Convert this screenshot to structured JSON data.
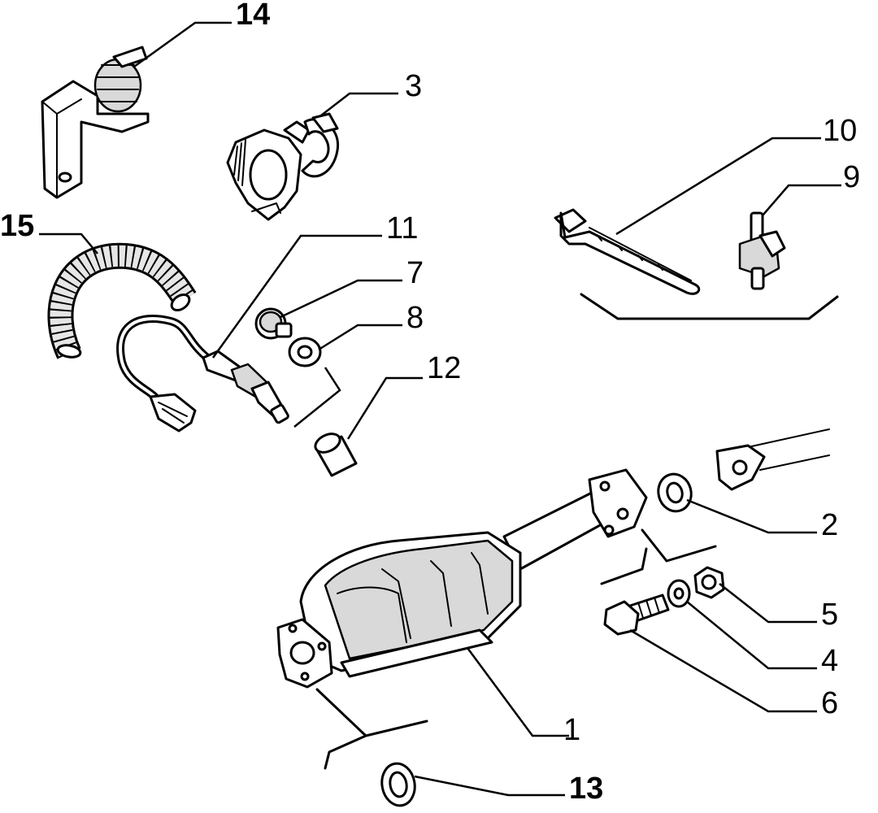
{
  "callouts": [
    {
      "id": "14",
      "bold": true
    },
    {
      "id": "3",
      "bold": false
    },
    {
      "id": "10",
      "bold": false
    },
    {
      "id": "9",
      "bold": false
    },
    {
      "id": "15",
      "bold": true
    },
    {
      "id": "11",
      "bold": false
    },
    {
      "id": "7",
      "bold": false
    },
    {
      "id": "8",
      "bold": false
    },
    {
      "id": "12",
      "bold": false
    },
    {
      "id": "2",
      "bold": false
    },
    {
      "id": "5",
      "bold": false
    },
    {
      "id": "4",
      "bold": false
    },
    {
      "id": "6",
      "bold": false
    },
    {
      "id": "1",
      "bold": false
    },
    {
      "id": "13",
      "bold": true
    }
  ]
}
